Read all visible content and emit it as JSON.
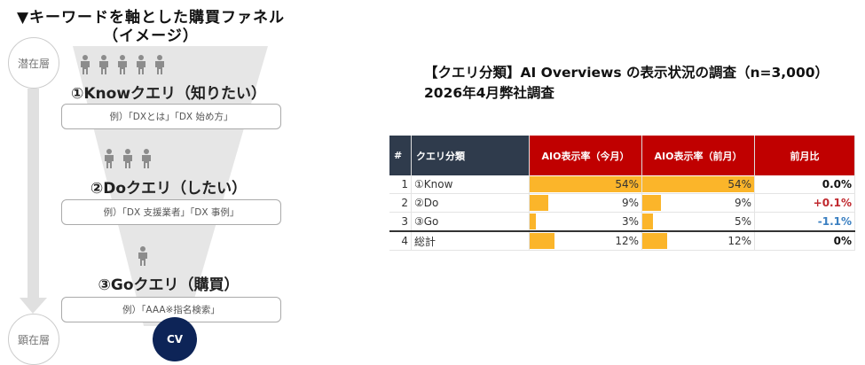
{
  "funnel": {
    "title_line1": "▼キーワードを軸とした購買ファネル",
    "title_line2": "（イメージ）",
    "top_layer": "潜在層",
    "bottom_layer": "顕在層",
    "stages": [
      {
        "label": "①Knowクエリ（知りたい）",
        "example": "例）「DXとは」「DX 始め方」",
        "people": 5
      },
      {
        "label": "②Doクエリ（したい）",
        "example": "例）「DX 支援業者」「DX 事例」",
        "people": 3
      },
      {
        "label": "③Goクエリ（購買）",
        "example": "例）「AAA※指名検索」",
        "people": 1
      }
    ],
    "cv": "CV"
  },
  "report": {
    "title_line1": "【クエリ分類】AI Overviews の表示状況の調査（n=3,000）",
    "title_line2": "2026年4月弊社調査",
    "headers": [
      "#",
      "クエリ分類",
      "AIO表示率（今月）",
      "AIO表示率（前月）",
      "前月比"
    ],
    "rows": [
      {
        "no": "1",
        "cat": "①Know",
        "cur": "54%",
        "cur_v": 54,
        "prev": "54%",
        "prev_v": 54,
        "diff": "0.0%",
        "color": "#111111"
      },
      {
        "no": "2",
        "cat": "②Do",
        "cur": "9%",
        "cur_v": 9,
        "prev": "9%",
        "prev_v": 9,
        "diff": "+0.1%",
        "color": "#c0282e"
      },
      {
        "no": "3",
        "cat": "③Go",
        "cur": "3%",
        "cur_v": 3,
        "prev": "5%",
        "prev_v": 5,
        "diff": "-1.1%",
        "color": "#3a7fc1"
      },
      {
        "no": "4",
        "cat": "総計",
        "cur": "12%",
        "cur_v": 12,
        "prev": "12%",
        "prev_v": 12,
        "diff": "0%",
        "color": "#111111"
      }
    ],
    "bar_max": 54,
    "bar_color": "#fbb52a"
  }
}
